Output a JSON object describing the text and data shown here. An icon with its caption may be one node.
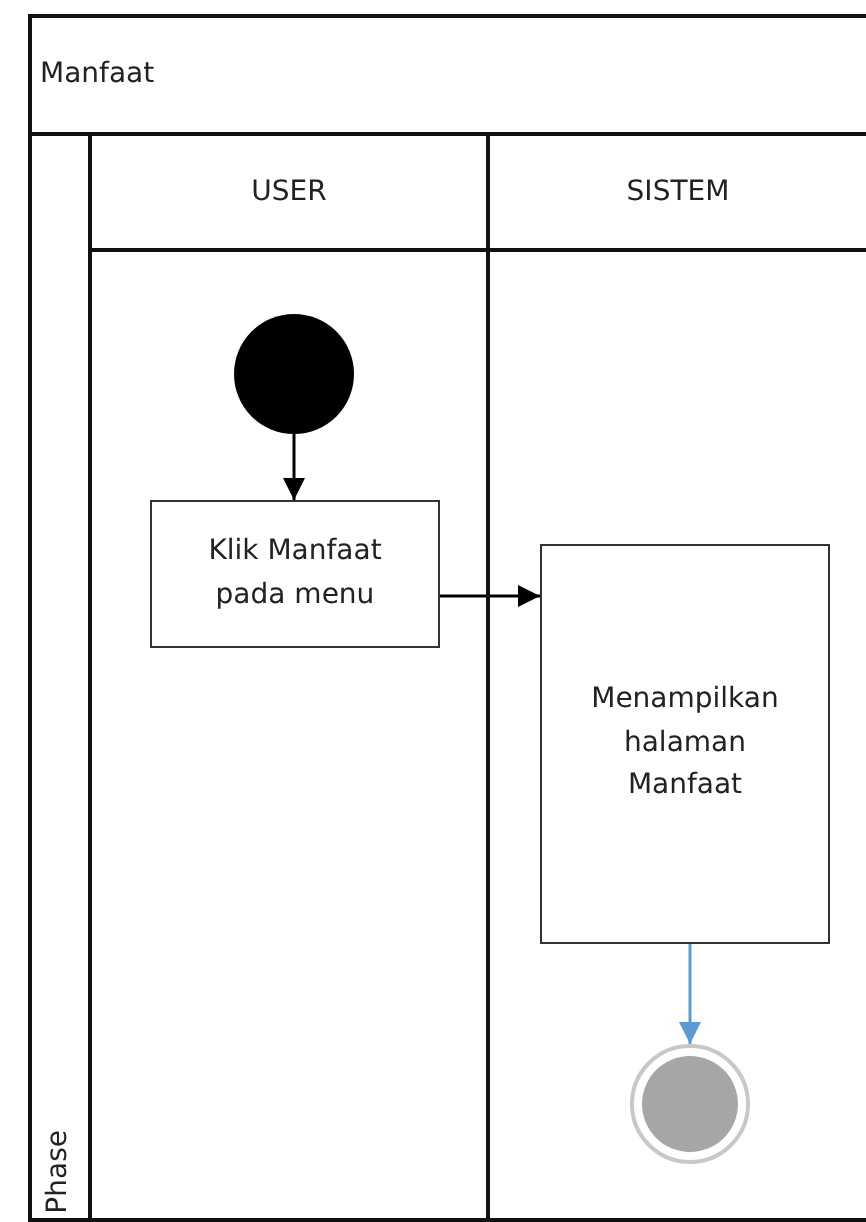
{
  "diagram": {
    "nodes": [
      {
        "text": [
          "Manfaat"
        ]
      },
      {
        "text": [
          "Phase"
        ],
        "in": 0
      },
      {
        "text": [
          "USER"
        ],
        "in": 0
      },
      {
        "text": [
          "SISTEM"
        ],
        "in": 0
      },
      {
        "text": [],
        "shape": "circle",
        "in": 2
      },
      {
        "text": [
          "Klik Manfaat pada menu"
        ],
        "in": 2
      },
      {
        "text": [
          "Menampilkan halaman Manfaat"
        ],
        "in": 3
      },
      {
        "text": [],
        "shape": "circle",
        "in": 3
      }
    ],
    "edges": [
      {
        "from": 4,
        "to": 5,
        "arrow": "to"
      },
      {
        "from": 5,
        "to": 6,
        "arrow": "to"
      },
      {
        "from": 6,
        "to": 7,
        "arrow": "to",
        "color": "#5b9bd5"
      }
    ]
  }
}
